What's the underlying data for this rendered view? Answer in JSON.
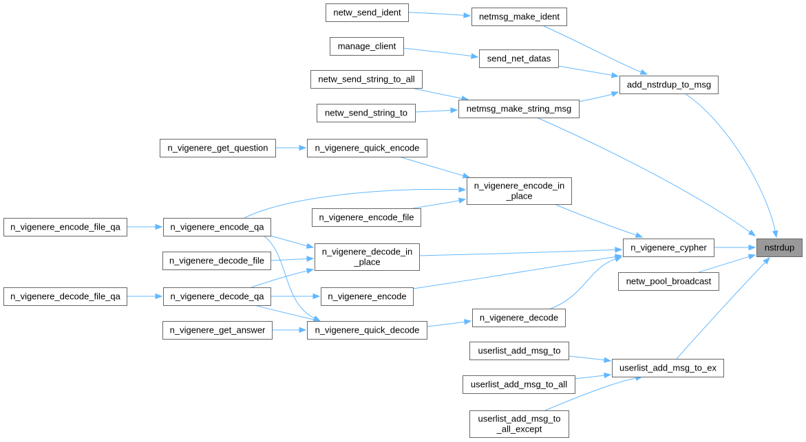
{
  "colors": {
    "edge": "#63b8ff",
    "node_border": "#666666",
    "focus_fill": "#999999",
    "node_fill": "#ffffff"
  },
  "nodes": {
    "nstrdup": [
      "nstrdup"
    ],
    "add_nstrdup_to_msg": [
      "add_nstrdup_to_msg"
    ],
    "netmsg_make_ident": [
      "netmsg_make_ident"
    ],
    "netw_send_ident": [
      "netw_send_ident"
    ],
    "send_net_datas": [
      "send_net_datas"
    ],
    "manage_client": [
      "manage_client"
    ],
    "netmsg_make_string_msg": [
      "netmsg_make_string_msg"
    ],
    "netw_send_string_to_all": [
      "netw_send_string_to_all"
    ],
    "netw_send_string_to": [
      "netw_send_string_to"
    ],
    "n_vigenere_cypher": [
      "n_vigenere_cypher"
    ],
    "n_vigenere_encode_in_place": [
      "n_vigenere_encode_in",
      "_place"
    ],
    "n_vigenere_quick_encode": [
      "n_vigenere_quick_encode"
    ],
    "n_vigenere_get_question": [
      "n_vigenere_get_question"
    ],
    "n_vigenere_encode_qa": [
      "n_vigenere_encode_qa"
    ],
    "n_vigenere_encode_file_qa": [
      "n_vigenere_encode_file_qa"
    ],
    "n_vigenere_encode_file": [
      "n_vigenere_encode_file"
    ],
    "n_vigenere_decode_in_place": [
      "n_vigenere_decode_in",
      "_place"
    ],
    "n_vigenere_decode_file": [
      "n_vigenere_decode_file"
    ],
    "n_vigenere_decode_qa": [
      "n_vigenere_decode_qa"
    ],
    "n_vigenere_decode_file_qa": [
      "n_vigenere_decode_file_qa"
    ],
    "n_vigenere_encode": [
      "n_vigenere_encode"
    ],
    "n_vigenere_decode": [
      "n_vigenere_decode"
    ],
    "n_vigenere_quick_decode": [
      "n_vigenere_quick_decode"
    ],
    "n_vigenere_get_answer": [
      "n_vigenere_get_answer"
    ],
    "netw_pool_broadcast": [
      "netw_pool_broadcast"
    ],
    "userlist_add_msg_to_ex": [
      "userlist_add_msg_to_ex"
    ],
    "userlist_add_msg_to": [
      "userlist_add_msg_to"
    ],
    "userlist_add_msg_to_all": [
      "userlist_add_msg_to_all"
    ],
    "userlist_add_msg_to_all_except": [
      "userlist_add_msg_to",
      "_all_except"
    ]
  },
  "edges": [
    [
      "add_nstrdup_to_msg",
      "nstrdup"
    ],
    [
      "netmsg_make_ident",
      "add_nstrdup_to_msg"
    ],
    [
      "netw_send_ident",
      "netmsg_make_ident"
    ],
    [
      "send_net_datas",
      "add_nstrdup_to_msg"
    ],
    [
      "manage_client",
      "send_net_datas"
    ],
    [
      "netmsg_make_string_msg",
      "add_nstrdup_to_msg"
    ],
    [
      "netw_send_string_to_all",
      "netmsg_make_string_msg"
    ],
    [
      "netw_send_string_to",
      "netmsg_make_string_msg"
    ],
    [
      "netmsg_make_string_msg",
      "nstrdup"
    ],
    [
      "n_vigenere_cypher",
      "nstrdup"
    ],
    [
      "n_vigenere_encode_in_place",
      "n_vigenere_cypher"
    ],
    [
      "n_vigenere_quick_encode",
      "n_vigenere_encode_in_place"
    ],
    [
      "n_vigenere_get_question",
      "n_vigenere_quick_encode"
    ],
    [
      "n_vigenere_encode_qa",
      "n_vigenere_encode_in_place"
    ],
    [
      "n_vigenere_encode_file_qa",
      "n_vigenere_encode_qa"
    ],
    [
      "n_vigenere_encode_file",
      "n_vigenere_encode_in_place"
    ],
    [
      "n_vigenere_decode_in_place",
      "n_vigenere_cypher"
    ],
    [
      "n_vigenere_encode_qa",
      "n_vigenere_decode_in_place"
    ],
    [
      "n_vigenere_decode_file",
      "n_vigenere_decode_in_place"
    ],
    [
      "n_vigenere_decode_qa",
      "n_vigenere_decode_in_place"
    ],
    [
      "n_vigenere_decode_file_qa",
      "n_vigenere_decode_qa"
    ],
    [
      "n_vigenere_encode",
      "n_vigenere_cypher"
    ],
    [
      "n_vigenere_decode_qa",
      "n_vigenere_encode"
    ],
    [
      "n_vigenere_decode",
      "n_vigenere_cypher"
    ],
    [
      "n_vigenere_quick_decode",
      "n_vigenere_decode"
    ],
    [
      "n_vigenere_encode_qa",
      "n_vigenere_quick_decode"
    ],
    [
      "n_vigenere_decode_qa",
      "n_vigenere_quick_decode"
    ],
    [
      "n_vigenere_get_answer",
      "n_vigenere_quick_decode"
    ],
    [
      "netw_pool_broadcast",
      "nstrdup"
    ],
    [
      "userlist_add_msg_to_ex",
      "nstrdup"
    ],
    [
      "userlist_add_msg_to",
      "userlist_add_msg_to_ex"
    ],
    [
      "userlist_add_msg_to_all",
      "userlist_add_msg_to_ex"
    ],
    [
      "userlist_add_msg_to_all_except",
      "userlist_add_msg_to_ex"
    ]
  ]
}
